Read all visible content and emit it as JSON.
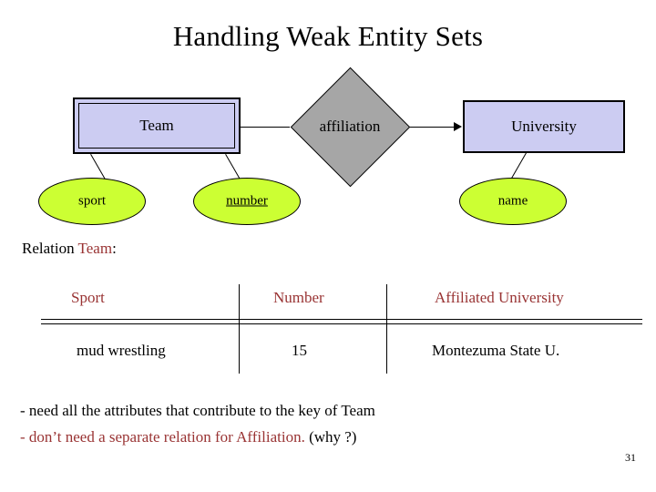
{
  "slide": {
    "title": "Handling Weak Entity Sets",
    "page_number": "31"
  },
  "diagram": {
    "weak_entity": "Team",
    "relationship": "affiliation",
    "strong_entity": "University",
    "attributes": {
      "sport": "sport",
      "number": "number",
      "name": "name"
    },
    "colors": {
      "entity_fill": "#ccccf2",
      "relationship_fill": "#a6a6a6",
      "attribute_fill": "#ccff33",
      "outline": "#000000"
    }
  },
  "relation": {
    "caption_prefix": "Relation ",
    "caption_name": "Team",
    "caption_suffix": ":",
    "columns": [
      "Sport",
      "Number",
      "Affiliated University"
    ],
    "rows": [
      [
        "mud wrestling",
        "15",
        "Montezuma State U."
      ]
    ],
    "header_color": "#993333"
  },
  "notes": {
    "line1": "- need all the attributes that contribute to the key of Team",
    "line2_red": "- don’t need a separate relation for Affiliation.",
    "line2_black": " (why ?)"
  }
}
